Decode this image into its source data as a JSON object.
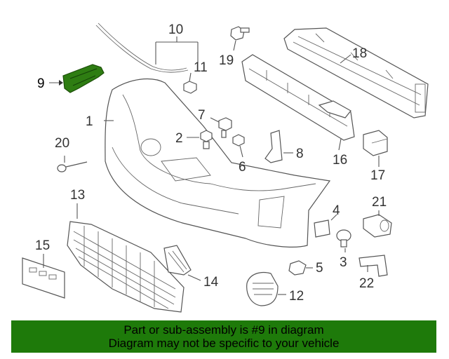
{
  "diagram": {
    "callouts": {
      "c1": "1",
      "c2": "2",
      "c3": "3",
      "c4": "4",
      "c5": "5",
      "c6": "6",
      "c7": "7",
      "c8": "8",
      "c9": "9",
      "c10": "10",
      "c11": "11",
      "c12": "12",
      "c13": "13",
      "c14": "14",
      "c15": "15",
      "c16": "16",
      "c17": "17",
      "c18": "18",
      "c19": "19",
      "c20": "20",
      "c21": "21",
      "c22": "22"
    },
    "highlight_part": "9",
    "highlight_color": "#2e7d12",
    "accent_color": "#1e7a0a"
  },
  "footer": {
    "line1": "Part or sub-assembly is #9 in diagram",
    "line2": "Diagram may not be specific to your vehicle"
  }
}
